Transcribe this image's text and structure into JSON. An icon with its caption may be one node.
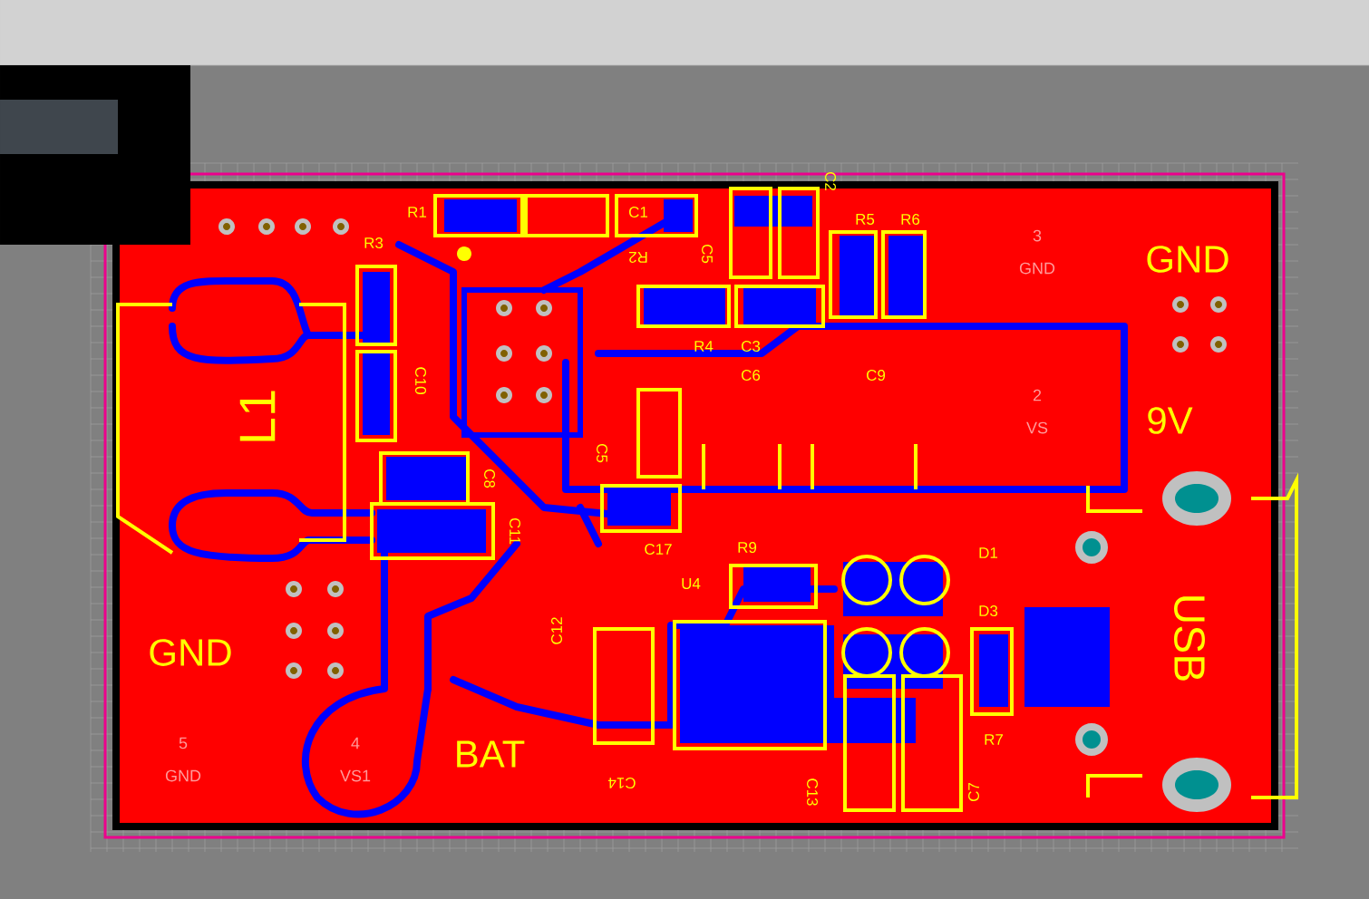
{
  "diagram": {
    "labels": [
      "R1",
      "C1",
      "R3",
      "R2",
      "C5",
      "C2",
      "R5",
      "R6",
      "3",
      "GND",
      "GND",
      "C10",
      "R4",
      "C3",
      "C6",
      "C9",
      "2",
      "VS",
      "9V",
      "L1",
      "C5",
      "C8",
      "C11",
      "C17",
      "R9",
      "U4",
      "D1",
      "D3",
      "USB",
      "C12",
      "GND",
      "5",
      "GND",
      "4",
      "VS1",
      "BAT",
      "R7",
      "C14",
      "C13",
      "C7"
    ]
  }
}
